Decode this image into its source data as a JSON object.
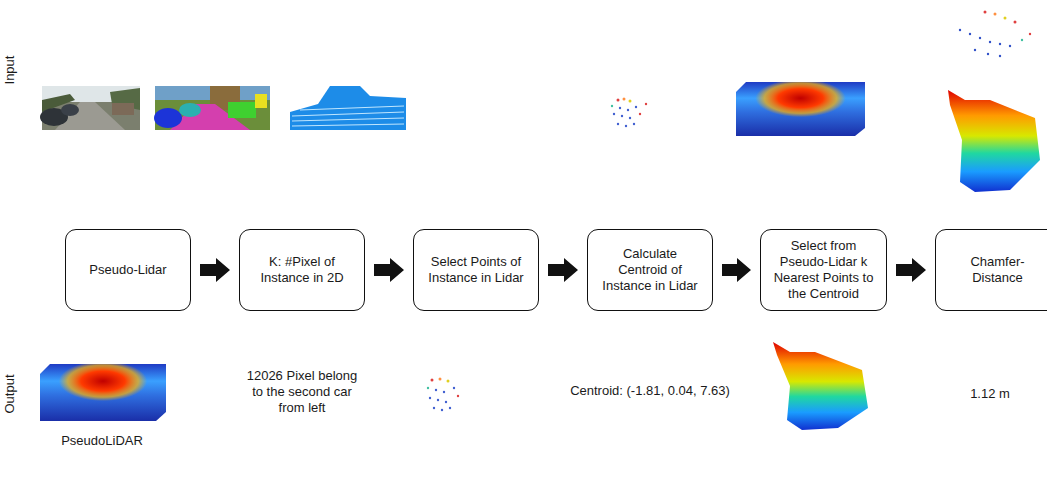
{
  "diagram": {
    "nodes": [
      {
        "text": [
          "Pseudo-Lidar"
        ]
      },
      {
        "text": [
          "K: #Pixel of Instance in 2D"
        ]
      },
      {
        "text": [
          "Select Points of Instance in Lidar"
        ]
      },
      {
        "text": [
          "Calculate Centroid of Instance in Lidar"
        ]
      },
      {
        "text": [
          "Select from Pseudo-Lidar k Nearest Points to the Centroid"
        ]
      },
      {
        "text": [
          "Chamfer-Distance"
        ]
      }
    ],
    "edges": [
      {
        "from": 0,
        "to": 1,
        "arrow": "to"
      },
      {
        "from": 1,
        "to": 2,
        "arrow": "to"
      },
      {
        "from": 2,
        "to": 3,
        "arrow": "to"
      },
      {
        "from": 3,
        "to": 4,
        "arrow": "to"
      },
      {
        "from": 4,
        "to": 5,
        "arrow": "to"
      }
    ],
    "labels": [
      "Input",
      "Output",
      "12026 Pixel belong to the second car from left",
      "Centroid: (-1.81, 0.04, 7.63)",
      "1.12 m",
      "PseudoLiDAR"
    ]
  }
}
